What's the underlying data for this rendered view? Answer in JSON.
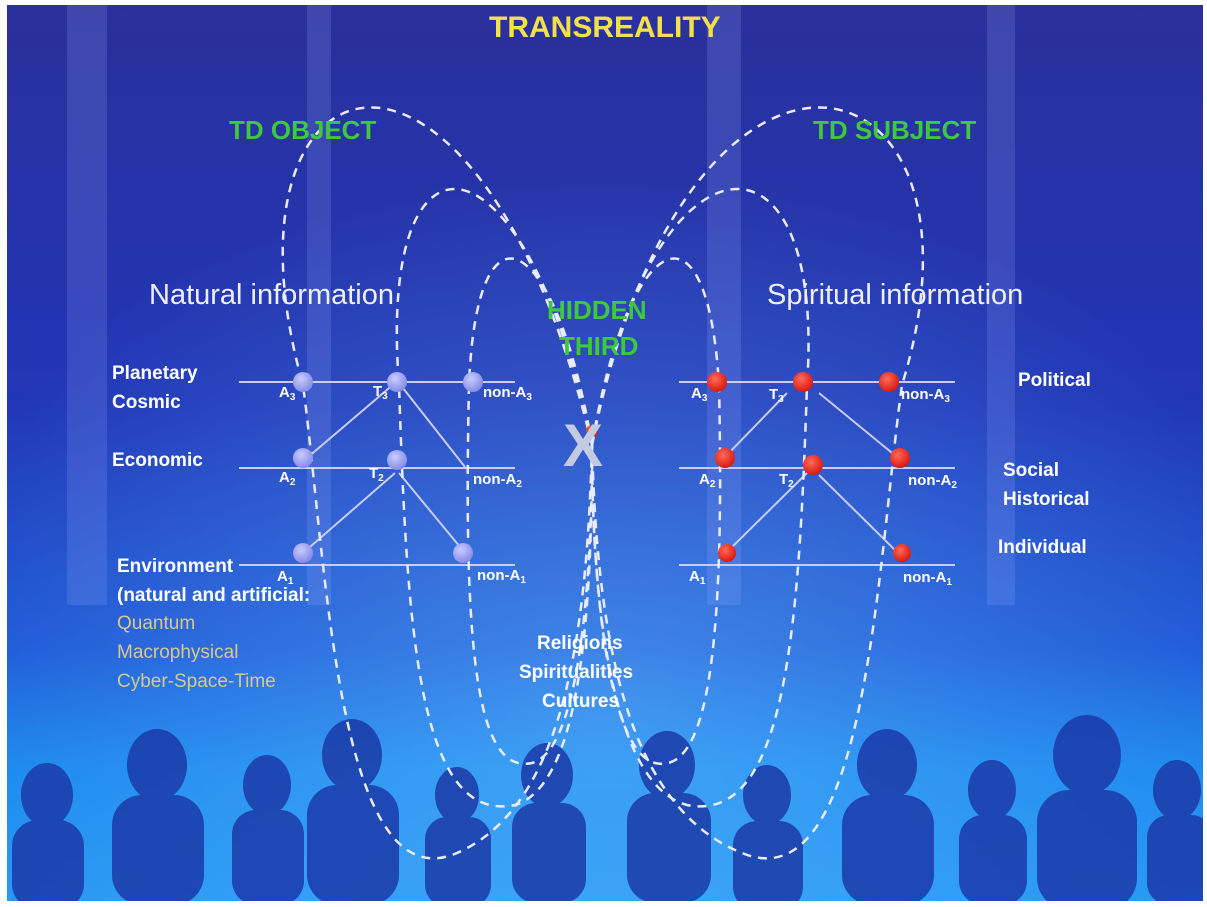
{
  "title": "TRANSREALITY",
  "td_object": "TD OBJECT",
  "td_subject": "TD SUBJECT",
  "natural_information": "Natural information",
  "spiritual_information": "Spiritual information",
  "hidden_third": [
    "HIDDEN",
    "THIRD"
  ],
  "center_mark": "X",
  "left_levels": {
    "planetary": "Planetary",
    "cosmic": "Cosmic",
    "economic": "Economic",
    "environment": "Environment",
    "natural_artificial": "(natural and artificial:",
    "sub_items": [
      "Quantum",
      "Macrophysical",
      "Cyber-Space-Time"
    ]
  },
  "right_levels": {
    "political": "Political",
    "social": "Social",
    "historical": "Historical",
    "individual": "Individual"
  },
  "bottom_center": [
    "Religions",
    "Spiritualities",
    "Cultures"
  ],
  "node_labels": {
    "A": "A",
    "T": "T",
    "nonA": "non-A",
    "sub": [
      "3",
      "2",
      "1"
    ]
  },
  "colors": {
    "title": "#f3e04a",
    "green_label": "#3ec83b",
    "left_nodes": "#8d94f0",
    "right_nodes": "#e8201a",
    "background_top": "#1f2a9e",
    "background_bottom": "#1a7ee6"
  }
}
